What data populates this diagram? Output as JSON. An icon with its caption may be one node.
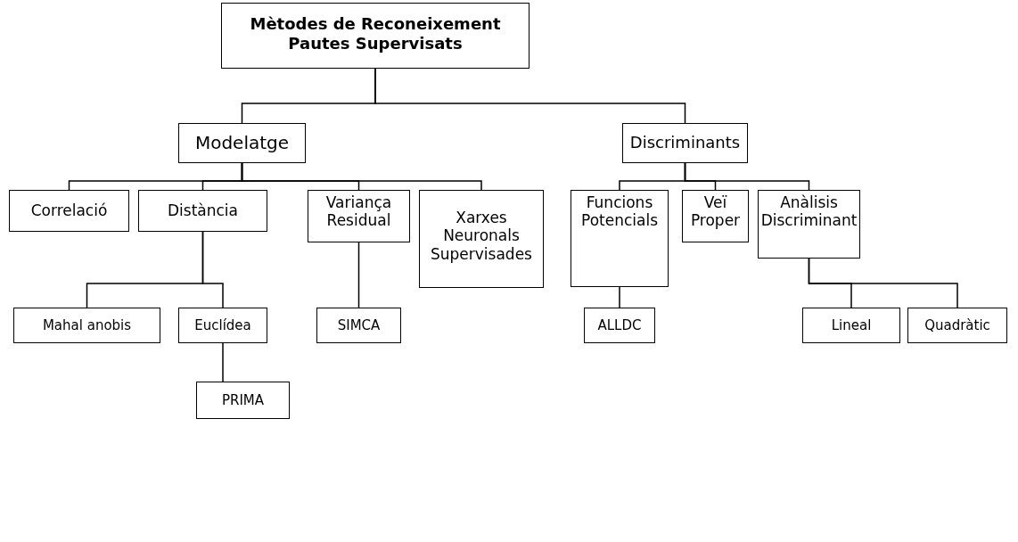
{
  "diagram": {
    "nodes": [
      {
        "text": [
          "Mètodes de Reconeixement Pautes Supervisats"
        ]
      },
      {
        "text": [
          "Modelatge"
        ]
      },
      {
        "text": [
          "Discriminants"
        ]
      },
      {
        "text": [
          "Correlació"
        ]
      },
      {
        "text": [
          "Distància"
        ]
      },
      {
        "text": [
          "Variança Residual"
        ]
      },
      {
        "text": [
          "Xarxes Neuronals Supervisades"
        ]
      },
      {
        "text": [
          "Funcions Potencials"
        ]
      },
      {
        "text": [
          "Veï Proper"
        ]
      },
      {
        "text": [
          "Anàlisis Discriminant"
        ]
      },
      {
        "text": [
          "Mahal anobis"
        ]
      },
      {
        "text": [
          "Euclídea"
        ]
      },
      {
        "text": [
          "SIMCA"
        ]
      },
      {
        "text": [
          "ALLDC"
        ]
      },
      {
        "text": [
          "Lineal"
        ]
      },
      {
        "text": [
          "Quadràtic"
        ]
      },
      {
        "text": [
          "PRIMA"
        ]
      }
    ],
    "edges": [
      {
        "from": 0,
        "to": 1,
        "arrow": "none"
      },
      {
        "from": 0,
        "to": 2,
        "arrow": "none"
      },
      {
        "from": 1,
        "to": 3,
        "arrow": "none"
      },
      {
        "from": 1,
        "to": 4,
        "arrow": "none"
      },
      {
        "from": 1,
        "to": 5,
        "arrow": "none"
      },
      {
        "from": 1,
        "to": 6,
        "arrow": "none"
      },
      {
        "from": 2,
        "to": 7,
        "arrow": "none"
      },
      {
        "from": 2,
        "to": 8,
        "arrow": "none"
      },
      {
        "from": 2,
        "to": 9,
        "arrow": "none"
      },
      {
        "from": 4,
        "to": 10,
        "arrow": "none"
      },
      {
        "from": 4,
        "to": 11,
        "arrow": "none"
      },
      {
        "from": 5,
        "to": 12,
        "arrow": "none"
      },
      {
        "from": 7,
        "to": 13,
        "arrow": "none"
      },
      {
        "from": 9,
        "to": 14,
        "arrow": "none"
      },
      {
        "from": 9,
        "to": 15,
        "arrow": "none"
      },
      {
        "from": 11,
        "to": 16,
        "arrow": "none"
      }
    ]
  }
}
